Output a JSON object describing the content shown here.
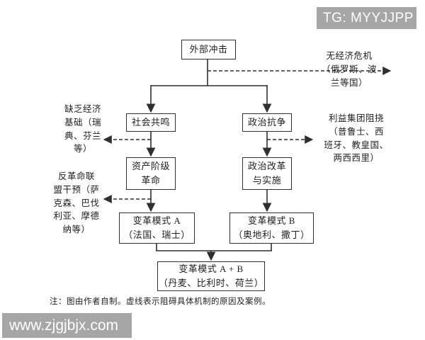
{
  "watermarks": {
    "telegram": "TG: MYYJJPP",
    "site": "www.zjgjbjx.com"
  },
  "colors": {
    "background": "#ffffff",
    "line": "#2f2f2f",
    "box_border": "#2f2f2f",
    "watermark_bg": "#a6a6a6",
    "watermark_text": "#ffffff"
  },
  "nodes": {
    "external_shock": "外部冲击",
    "social_resonance": "社会共鸣",
    "political_protest": "政治抗争",
    "bourgeois_revolution": "资产阶级\n革命",
    "political_reform": "政治改革\n与实施",
    "mode_a": "变革模式 A\n（法国、瑞士）",
    "mode_b": "变革模式 B\n（奥地利、撒丁）",
    "mode_ab": "变革模式 A + B\n（丹麦、比利时、荷兰）"
  },
  "annotations": {
    "no_economic_crisis": "无经济危机\n（俄罗斯、波\n兰等国）",
    "lack_economic_base": "缺乏经济\n基础（瑞\n典、芬兰\n等）",
    "counter_revolutionary_alliance": "反革命联\n盟干预（萨\n克森、巴伐\n利亚、摩德\n纳等）",
    "interest_group_obstruction": "利益集团阻挠\n（普鲁士、西\n班牙、教皇国、\n两西西里）"
  },
  "note": "注：图由作者自制。虚线表示阻碍具体机制的原因及案例。"
}
